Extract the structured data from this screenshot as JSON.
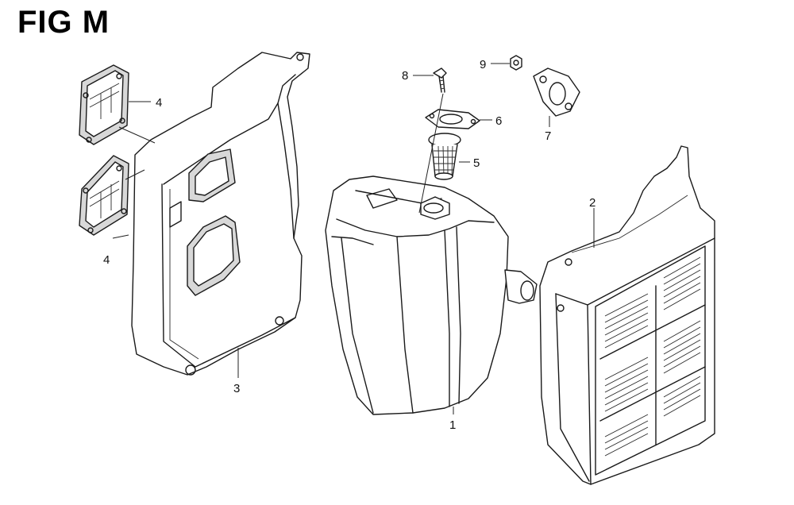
{
  "title": "FIG M",
  "callouts": [
    {
      "id": "c1",
      "text": "1"
    },
    {
      "id": "c2",
      "text": "2"
    },
    {
      "id": "c3",
      "text": "3"
    },
    {
      "id": "c4a",
      "text": "4"
    },
    {
      "id": "c4b",
      "text": "4"
    },
    {
      "id": "c5",
      "text": "5"
    },
    {
      "id": "c6",
      "text": "6"
    },
    {
      "id": "c7",
      "text": "7"
    },
    {
      "id": "c8",
      "text": "8"
    },
    {
      "id": "c9",
      "text": "9"
    }
  ]
}
